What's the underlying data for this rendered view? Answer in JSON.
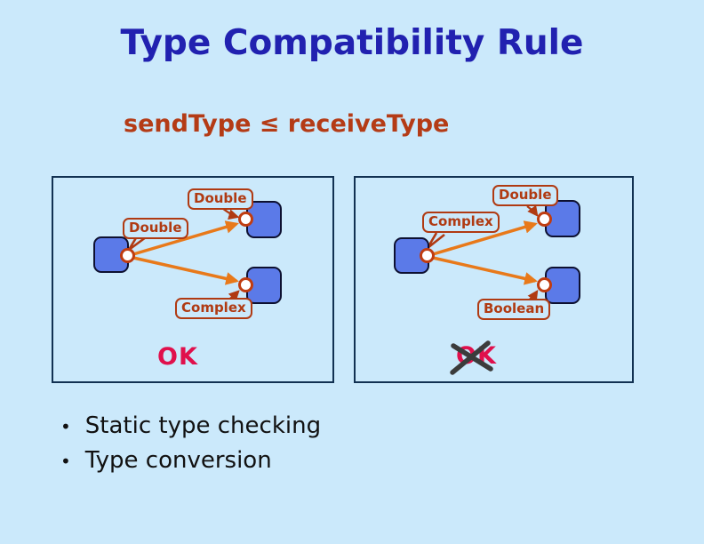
{
  "slide": {
    "title": "Type Compatibility Rule",
    "subtitle": "sendType ≤ receiveType",
    "bullet_char": "•",
    "bullets": [
      "Static type checking",
      "Type conversion"
    ]
  },
  "diagrams": {
    "left": {
      "top_port_label": "Double",
      "source_port_label": "Double",
      "bottom_port_label": "Complex",
      "verdict": "OK",
      "crossed_out": false
    },
    "right": {
      "top_port_label": "Double",
      "source_port_label": "Complex",
      "bottom_port_label": "Boolean",
      "verdict": "OK",
      "crossed_out": true
    }
  },
  "colors": {
    "background": "#cbe9fb",
    "title_text": "#2121b0",
    "subtitle_text": "#b43b16",
    "callout": "#b03a12",
    "arrow": "#e8791a",
    "node_fill": "#5b7ae8",
    "node_border": "#0d1030",
    "panel_border": "#123152",
    "port_ring": "#c03c10",
    "verdict_ok": "#e0104c",
    "cross_mark": "#3b3b3b"
  }
}
